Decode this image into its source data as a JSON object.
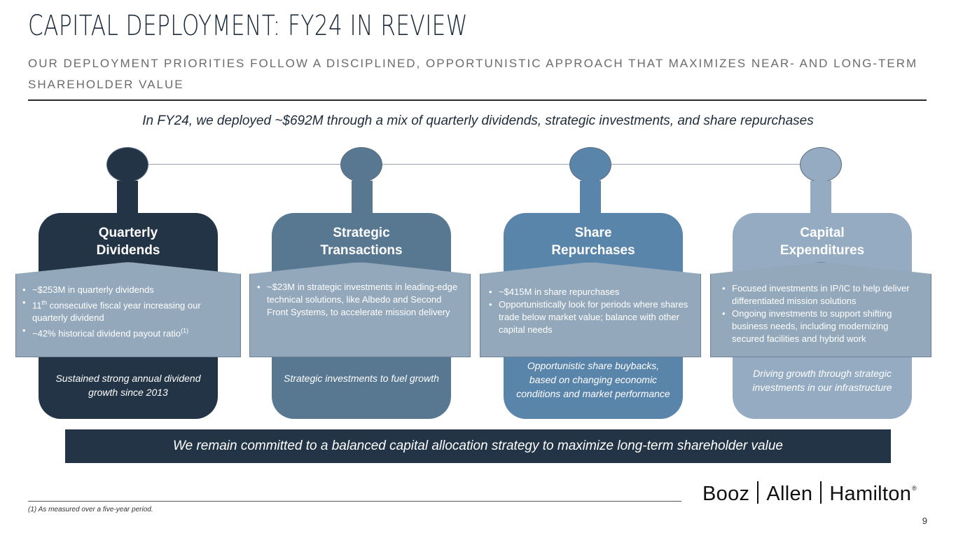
{
  "header": {
    "title": "CAPITAL DEPLOYMENT: FY24 IN REVIEW",
    "subtitle": "OUR DEPLOYMENT PRIORITIES FOLLOW A DISCIPLINED, OPPORTUNISTIC APPROACH THAT MAXIMIZES NEAR- AND LONG-TERM SHAREHOLDER VALUE"
  },
  "intro": "In FY24, we deployed ~$692M through a mix of quarterly dividends, strategic investments, and share repurchases",
  "colors": {
    "navy": "#233446",
    "slate": "#587892",
    "steel": "#5a85ab",
    "light_steel": "#94abc2",
    "callout": "#94a8bc"
  },
  "pillars": [
    {
      "title_line1": "Quarterly",
      "title_line2": "Dividends",
      "bullets": [
        "~$253M in quarterly dividends",
        "11",
        "th",
        " consecutive fiscal year increasing our quarterly dividend",
        "~42% historical dividend payout ratio",
        "(1)"
      ],
      "footer": "Sustained strong annual dividend growth since 2013"
    },
    {
      "title_line1": "Strategic",
      "title_line2": "Transactions",
      "bullets": [
        "~$23M in strategic investments in leading-edge technical solutions, like Albedo and Second Front Systems, to accelerate mission delivery"
      ],
      "footer": "Strategic investments to fuel growth"
    },
    {
      "title_line1": "Share",
      "title_line2": "Repurchases",
      "bullets": [
        "~$415M in share repurchases",
        "Opportunistically look for periods where shares trade below market value; balance with other capital needs"
      ],
      "footer": "Opportunistic share buybacks, based on changing economic conditions and market performance"
    },
    {
      "title_line1": "Capital",
      "title_line2": "Expenditures",
      "bullets": [
        "Focused investments in IP/IC to help deliver differentiated mission solutions",
        "Ongoing investments to support shifting business needs, including modernizing secured facilities and hybrid work"
      ],
      "footer": "Driving growth through strategic investments in our infrastructure"
    }
  ],
  "banner": "We remain committed to a balanced capital allocation strategy to maximize long-term shareholder value",
  "footer": {
    "footnote": "(1) As measured over a five-year period.",
    "logo_parts": [
      "Booz",
      "Allen",
      "Hamilton",
      "®"
    ],
    "page_number": "9"
  }
}
